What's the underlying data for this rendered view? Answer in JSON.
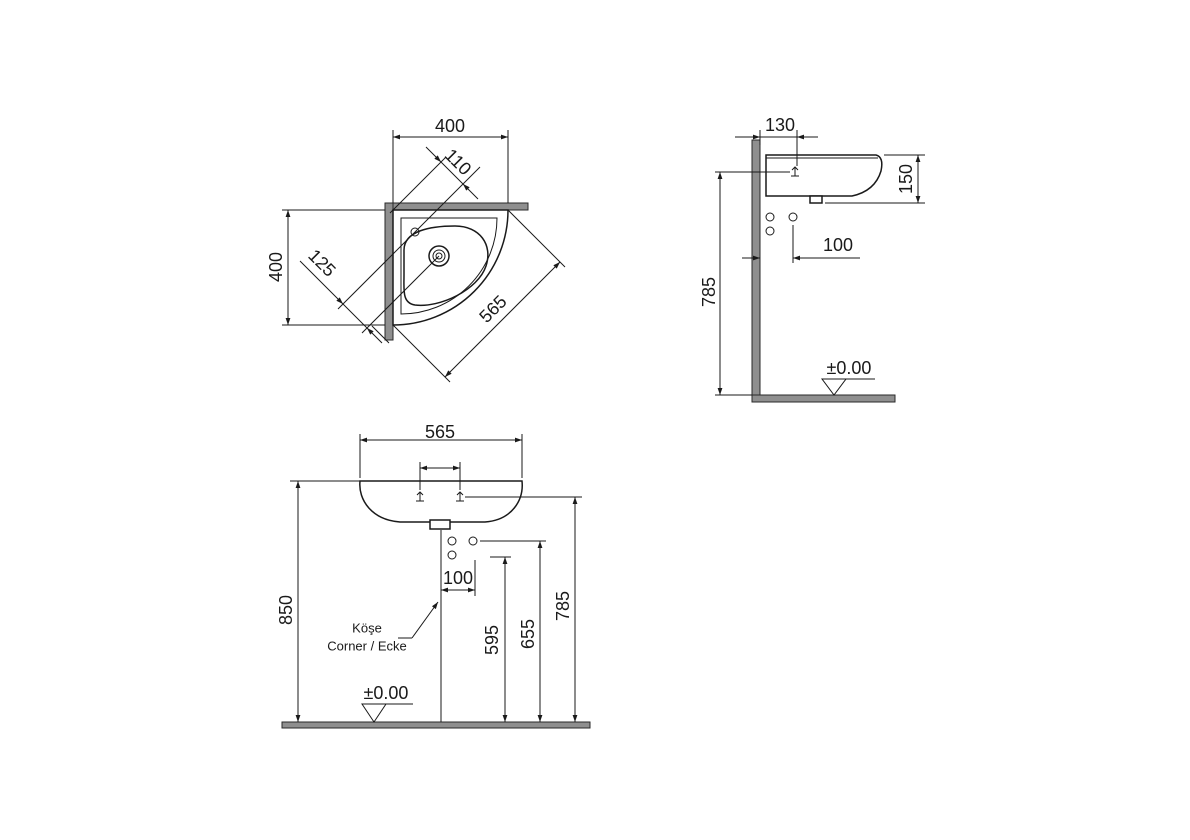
{
  "plan_view": {
    "width_top": "400",
    "tap_distance": "110",
    "depth_left": "400",
    "tap_to_drain": "125",
    "front_width": "565"
  },
  "side_view": {
    "tap_from_wall": "130",
    "basin_height": "150",
    "pipe_from_wall": "100",
    "rim_height": "785",
    "floor_level": "±0.00"
  },
  "front_view": {
    "basin_width": "565",
    "pipe_spacing": "100",
    "rim_height": "850",
    "pipe_height_lower": "595",
    "pipe_height_upper": "655",
    "tap_height": "785",
    "floor_level": "±0.00",
    "corner_label_tr": "Köşe",
    "corner_label_en_de": "Corner / Ecke"
  },
  "colors": {
    "line": "#1a1a1a",
    "wall_fill": "#8f8f8f",
    "background": "#ffffff"
  }
}
